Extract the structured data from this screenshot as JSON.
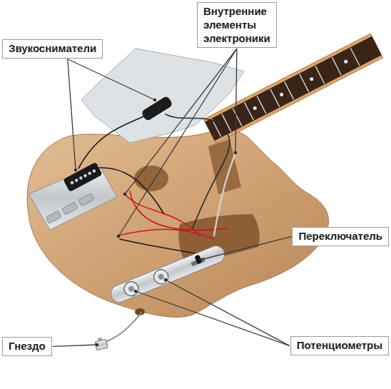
{
  "diagram": {
    "nodes": [
      {
        "text": [
          "Внутренние элементы электроники"
        ]
      },
      {
        "text": [
          "Звукосниматели"
        ]
      },
      {
        "text": [
          "Переключатель"
        ]
      },
      {
        "text": [
          "Гнездо"
        ]
      },
      {
        "text": [
          "Потенциометры"
        ]
      }
    ]
  }
}
